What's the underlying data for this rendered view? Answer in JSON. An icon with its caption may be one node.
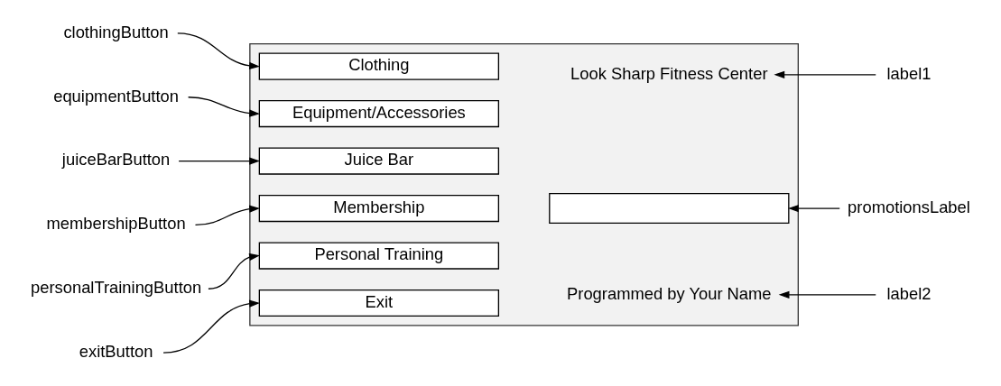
{
  "diagram": {
    "nodes": [
      {
        "text": [],
        "shape": "box"
      },
      {
        "text": [
          "Look Sharp Fitness Center"
        ],
        "in": 0
      },
      {
        "text": [
          "Clothing"
        ],
        "in": 0
      },
      {
        "text": [
          "Equipment/Accessories"
        ],
        "in": 0
      },
      {
        "text": [
          "Juice Bar"
        ],
        "in": 0
      },
      {
        "text": [
          "Membership"
        ],
        "in": 0
      },
      {
        "text": [
          "Personal Training"
        ],
        "in": 0
      },
      {
        "text": [
          "Exit"
        ],
        "in": 0
      },
      {
        "text": [],
        "shape": "box",
        "in": 0
      },
      {
        "text": [
          "Programmed by Your Name"
        ],
        "in": 0
      },
      {
        "text": [
          "label1"
        ]
      },
      {
        "text": [
          "clothingButton"
        ]
      },
      {
        "text": [
          "equipmentButton"
        ]
      },
      {
        "text": [
          "juiceBarButton"
        ]
      },
      {
        "text": [
          "membershipButton"
        ]
      },
      {
        "text": [
          "personalTrainingButton"
        ]
      },
      {
        "text": [
          "exitButton"
        ]
      },
      {
        "text": [
          "promotionsLabel"
        ]
      },
      {
        "text": [
          "label2"
        ]
      }
    ],
    "edges": [
      {
        "from": 10,
        "to": 1,
        "arrow": "to"
      },
      {
        "from": 11,
        "to": 2,
        "arrow": "to"
      },
      {
        "from": 12,
        "to": 3,
        "arrow": "to"
      },
      {
        "from": 13,
        "to": 4,
        "arrow": "to"
      },
      {
        "from": 14,
        "to": 5,
        "arrow": "to"
      },
      {
        "from": 15,
        "to": 6,
        "arrow": "to"
      },
      {
        "from": 16,
        "to": 7,
        "arrow": "to"
      },
      {
        "from": 17,
        "to": 8,
        "arrow": "to"
      },
      {
        "from": 18,
        "to": 9,
        "arrow": "to"
      }
    ]
  }
}
